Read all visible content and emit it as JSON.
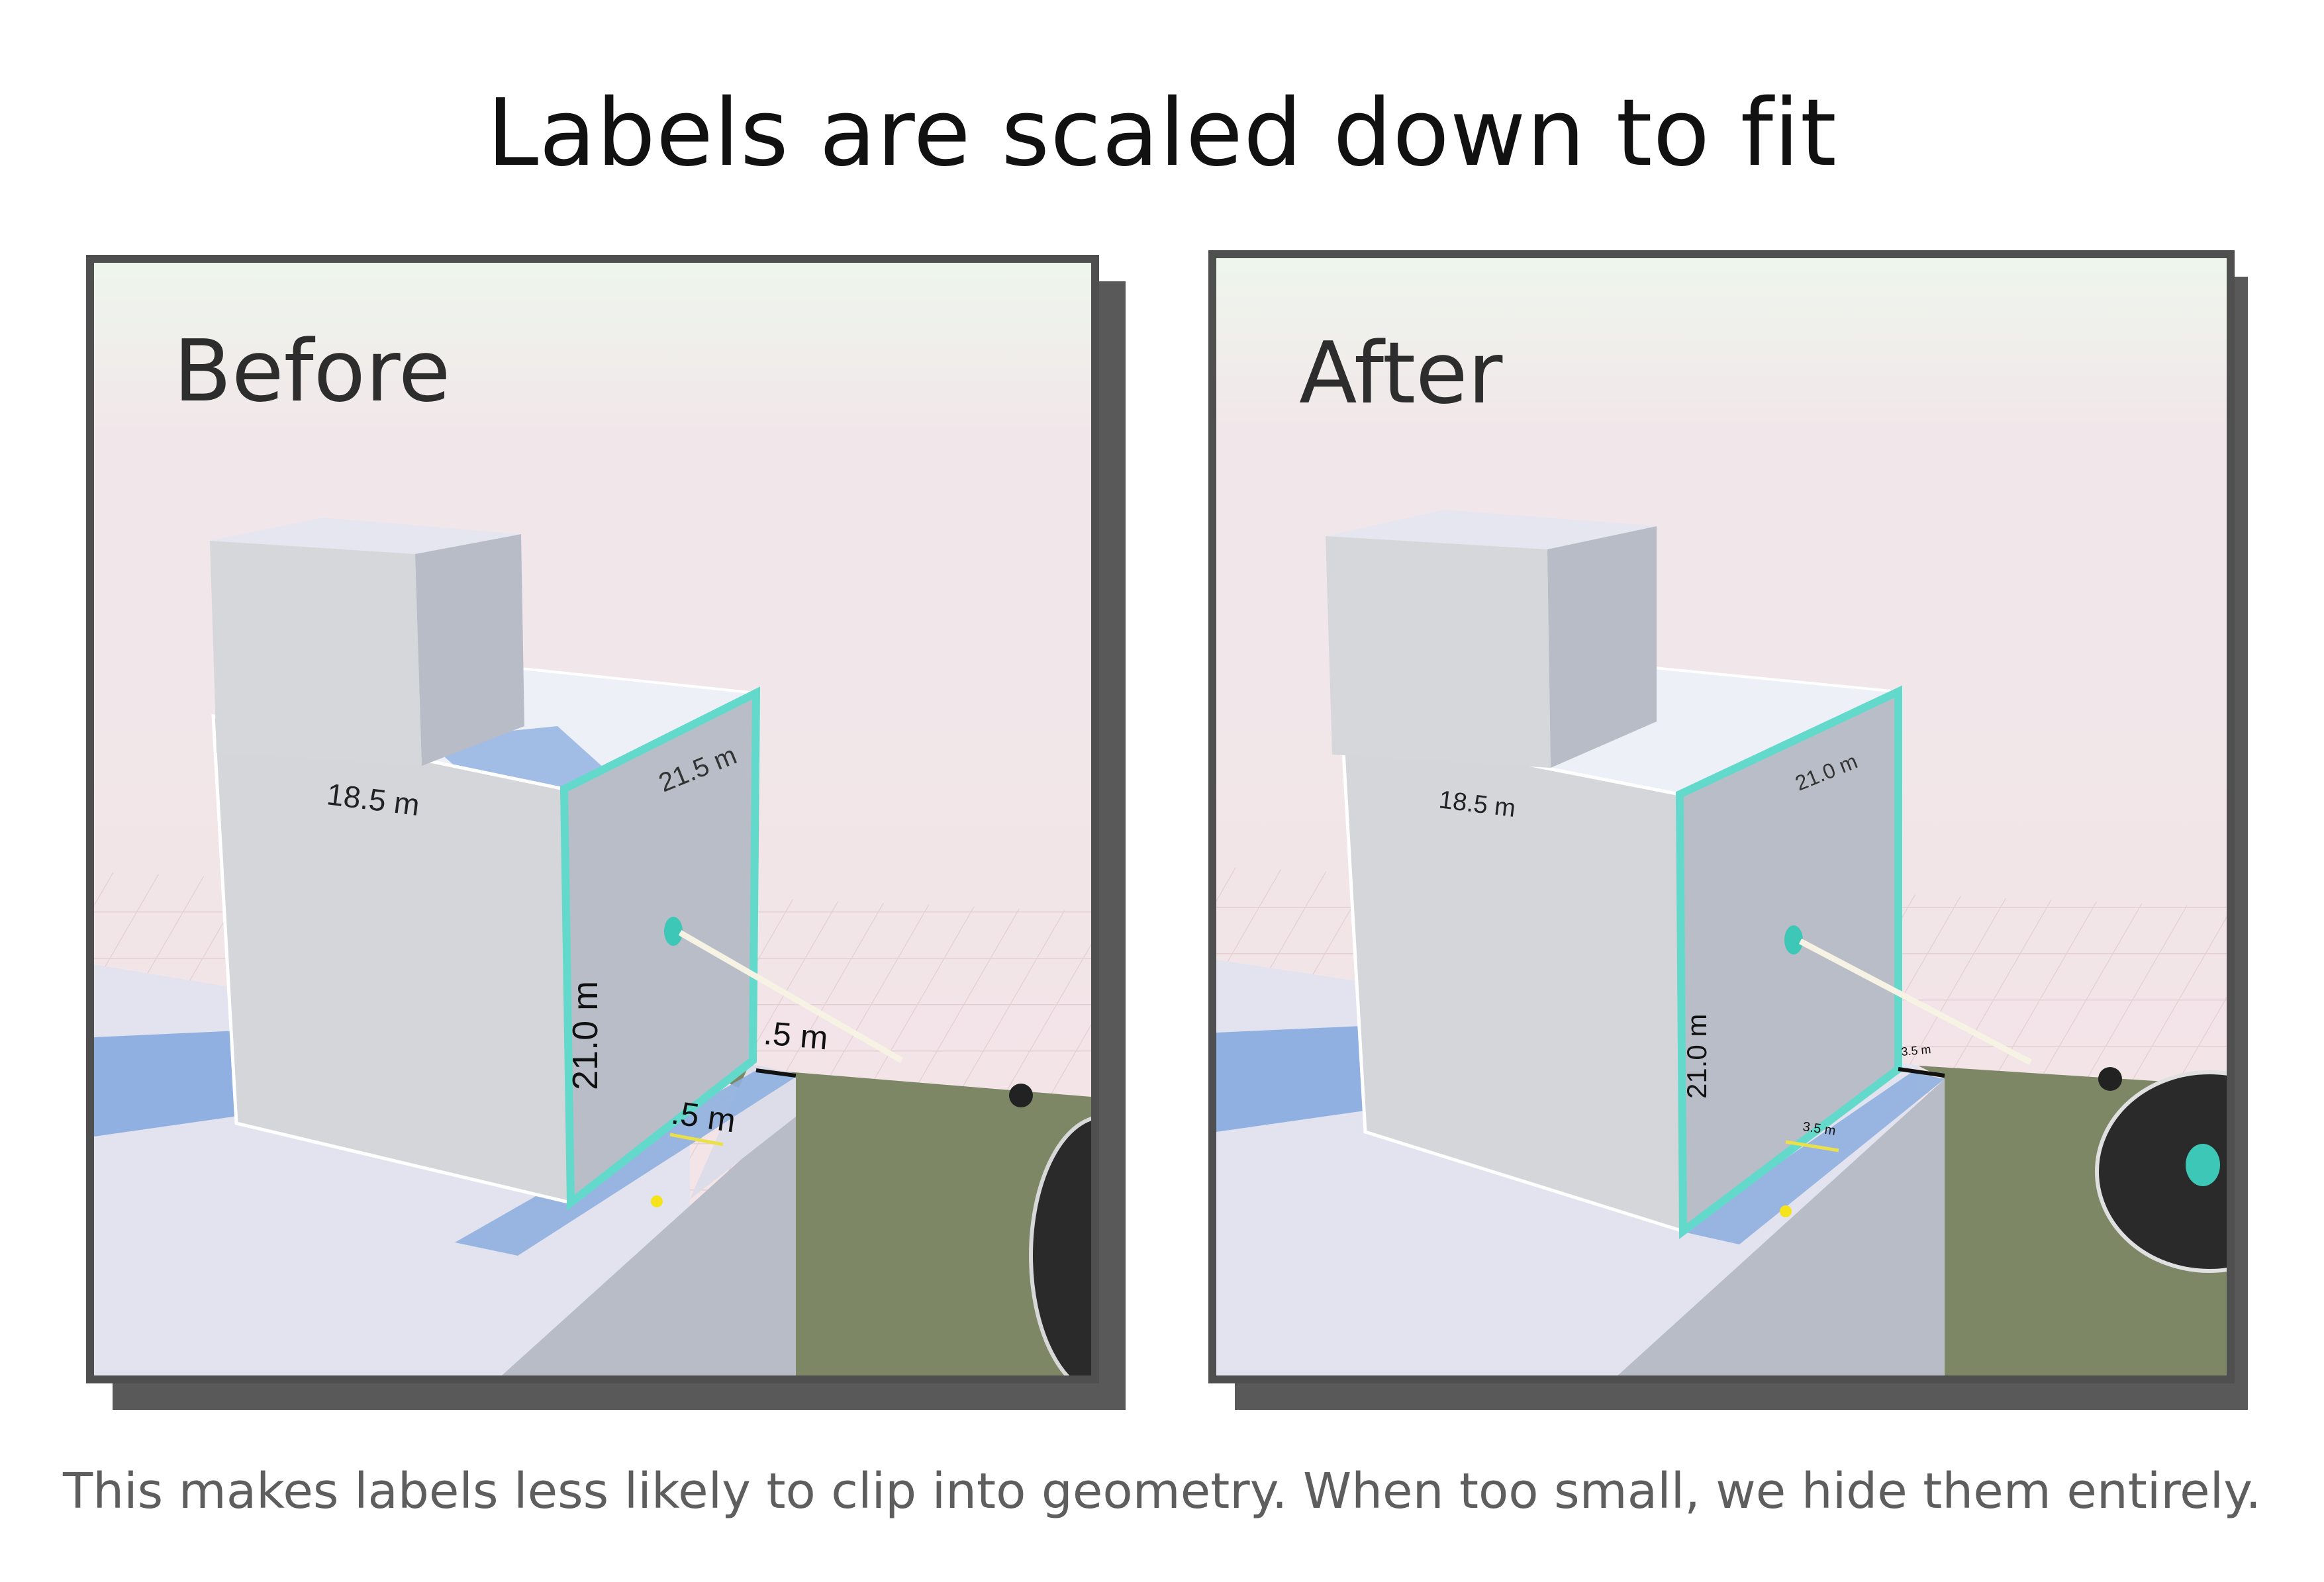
{
  "title": "Labels are scaled down to fit",
  "caption": "This makes labels less likely to clip into geometry. When too small, we hide them entirely.",
  "colors": {
    "accent": "#63d9cc",
    "frame": "#4f4f4f",
    "shadow": "#595959",
    "ground": "#7d8766",
    "highlight_blue": "#8fb0e0"
  },
  "panels": [
    {
      "label": "Before",
      "measurements": {
        "top_edge": "18.5 m",
        "side_top": "21.5 m",
        "height": "21.0 m",
        "step_right": ".5 m",
        "step_front": ".5 m"
      }
    },
    {
      "label": "After",
      "measurements": {
        "top_edge": "18.5 m",
        "side_top": "21.0 m",
        "height": "21.0 m",
        "step_right": "3.5 m",
        "step_front": "3.5 m"
      }
    }
  ]
}
